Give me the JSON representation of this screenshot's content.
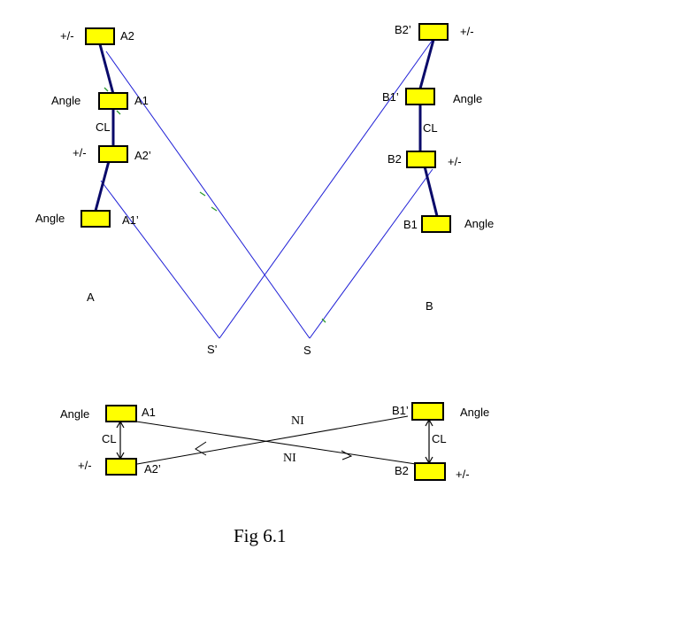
{
  "colors": {
    "box_fill": "#ffff00",
    "box_stroke": "#000000",
    "line": "#1f1fd6",
    "bar": "#0a0a6a",
    "tick": "#2e9c2e"
  },
  "top": {
    "group_a": "A",
    "group_b": "B",
    "boxes": {
      "A2": {
        "name": "A2",
        "side": "+/-"
      },
      "A1": {
        "name": "A1",
        "side": "Angle"
      },
      "A2p": {
        "name": "A2’",
        "side": "+/-"
      },
      "A1p": {
        "name": "A1’",
        "side": "Angle"
      },
      "B2p": {
        "name": "B2’",
        "side": "+/-"
      },
      "B1p": {
        "name": "B1’",
        "side": "Angle"
      },
      "B2": {
        "name": "B2",
        "side": "+/-"
      },
      "B1": {
        "name": "B1",
        "side": "Angle"
      }
    },
    "link_a": "CL",
    "link_b": "CL",
    "points": {
      "s_prime": "S’",
      "s": "S"
    }
  },
  "bottom": {
    "boxes": {
      "A1": {
        "name": "A1",
        "side": "Angle"
      },
      "A2p": {
        "name": "A2’",
        "side": "+/-"
      },
      "B1p": {
        "name": "B1’",
        "side": "Angle"
      },
      "B2": {
        "name": "B2",
        "side": "+/-"
      }
    },
    "link_a": "CL",
    "link_b": "CL",
    "ni_top": "NI",
    "ni_bottom": "NI"
  },
  "caption": "Fig 6.1"
}
